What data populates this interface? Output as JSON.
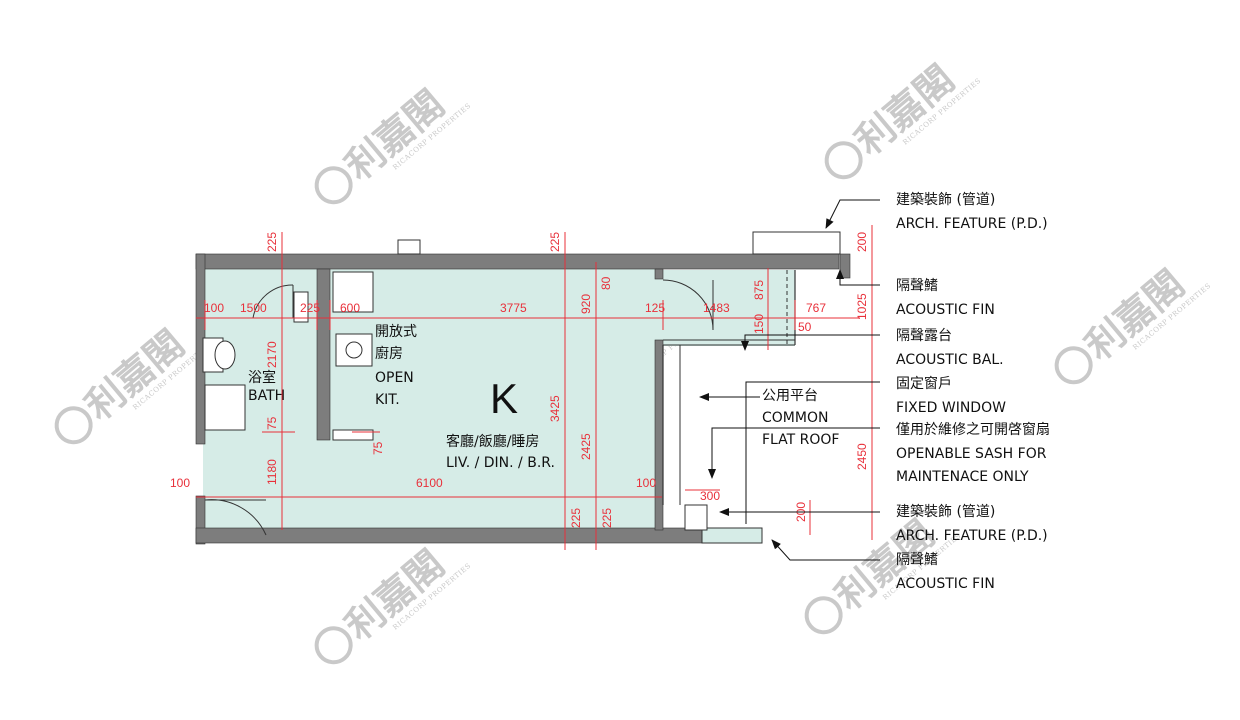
{
  "colors": {
    "wall": "#7d7d7d",
    "floor": "#d6ece7",
    "dimension": "#e8303a",
    "text": "#111111",
    "watermark": "#c9c9c9"
  },
  "rooms": {
    "bath_cn": "浴室",
    "bath_en": "BATH",
    "kitchen_cn": "開放式",
    "kitchen_cn2": "廚房",
    "kitchen_en1": "OPEN",
    "kitchen_en2": "KIT.",
    "unit_letter": "K",
    "living_cn": "客廳/飯廳/睡房",
    "living_en": "LIV. / DIN. / B.R.",
    "flat_roof_cn": "公用平台",
    "flat_roof_en1": "COMMON",
    "flat_roof_en2": "FLAT ROOF"
  },
  "callouts": {
    "arch_top_cn": "建築裝飾 (管道)",
    "arch_top_en": "ARCH. FEATURE (P.D.)",
    "fin_top_cn": "隔聲鰭",
    "fin_top_en": "ACOUSTIC FIN",
    "bal_cn": "隔聲露台",
    "bal_en": "ACOUSTIC BAL.",
    "fixed_cn": "固定窗戶",
    "fixed_en": "FIXED WINDOW",
    "sash_cn": "僅用於維修之可開啓窗扇",
    "sash_en1": "OPENABLE SASH FOR",
    "sash_en2": "MAINTENACE ONLY",
    "arch_bot_cn": "建築裝飾 (管道)",
    "arch_bot_en": "ARCH. FEATURE (P.D.)",
    "fin_bot_cn": "隔聲鰭",
    "fin_bot_en": "ACOUSTIC FIN"
  },
  "dimensions": {
    "d225_a": "225",
    "d225_b": "225",
    "d100_a": "100",
    "d1500": "1500",
    "d225_c": "225",
    "d600": "600",
    "d3775": "3775",
    "d920": "920",
    "d80": "80",
    "d125": "125",
    "d1483": "1483",
    "d875": "875",
    "d767": "767",
    "d200_a": "200",
    "d1025": "1025",
    "d150": "150",
    "d50": "50",
    "d2170": "2170",
    "d75_a": "75",
    "d75_b": "75",
    "d3425": "3425",
    "d2425": "2425",
    "d1180": "1180",
    "d100_b": "100",
    "d6100": "6100",
    "d100_c": "100",
    "d300": "300",
    "d225_d": "225",
    "d225_e": "225",
    "d2450": "2450",
    "d200_b": "200"
  },
  "watermark": {
    "brand": "利嘉閣",
    "sub": "RICACORP PROPERTIES"
  }
}
